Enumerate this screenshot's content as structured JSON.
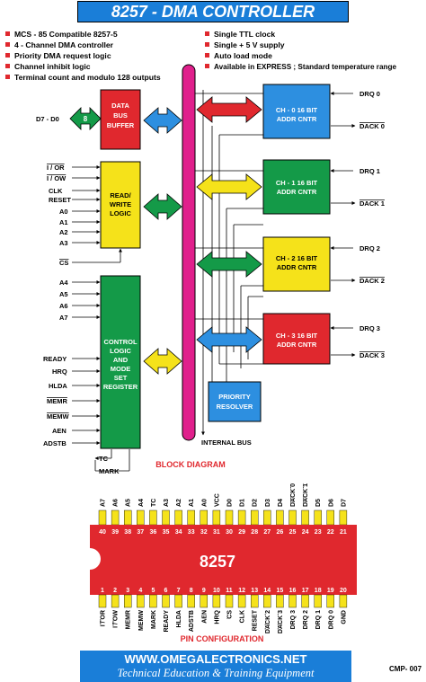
{
  "title": "8257 - DMA CONTROLLER",
  "features_left": [
    "MCS - 85 Compatible 8257-5",
    "4 - Channel DMA controller",
    "Priority DMA request logic",
    "Channel inhibit logic",
    "Terminal count and modulo 128 outputs"
  ],
  "features_right": [
    "Single TTL clock",
    "Single + 5 V supply",
    "Auto load mode",
    "Available in EXPRESS ; Standard temperature range"
  ],
  "block_diagram": {
    "data_bus_label": "D7 - D0",
    "data_bus_width": "8",
    "data_bus_buffer": [
      "DATA",
      "BUS",
      "BUFFER"
    ],
    "read_write_logic": [
      "READ/",
      "WRITE",
      "LOGIC"
    ],
    "rw_inputs": [
      "I / OR",
      "I / OW",
      "CLK",
      "RESET",
      "A0",
      "A1",
      "A2",
      "A3"
    ],
    "cs": "CS",
    "control_inputs": [
      "A4",
      "A5",
      "A6",
      "A7",
      "READY",
      "HRQ",
      "HLDA",
      "MEMR",
      "MEMW",
      "AEN",
      "ADSTB"
    ],
    "control_logic": [
      "CONTROL",
      "LOGIC",
      "AND",
      "MODE",
      "SET",
      "REGISTER"
    ],
    "tc": "TC",
    "mark": "MARK",
    "channels": [
      {
        "name": [
          "CH - 0 16 BIT",
          "ADDR CNTR"
        ],
        "drq": "DRQ 0",
        "dack": "DACK 0"
      },
      {
        "name": [
          "CH - 1 16 BIT",
          "ADDR CNTR"
        ],
        "drq": "DRQ 1",
        "dack": "DACK 1"
      },
      {
        "name": [
          "CH - 2 16 BIT",
          "ADDR CNTR"
        ],
        "drq": "DRQ 2",
        "dack": "DACK 2"
      },
      {
        "name": [
          "CH - 3 16 BIT",
          "ADDR CNTR"
        ],
        "drq": "DRQ 3",
        "dack": "DACK 3"
      }
    ],
    "priority_resolver": [
      "PRIORITY",
      "RESOLVER"
    ],
    "internal_bus": "INTERNAL BUS",
    "caption": "BLOCK DIAGRAM"
  },
  "pin_configuration": {
    "chip_label": "8257",
    "top_pins": [
      {
        "num": "40",
        "name": "A7"
      },
      {
        "num": "39",
        "name": "A6"
      },
      {
        "num": "38",
        "name": "A5"
      },
      {
        "num": "37",
        "name": "A4"
      },
      {
        "num": "36",
        "name": "TC"
      },
      {
        "num": "35",
        "name": "A3"
      },
      {
        "num": "34",
        "name": "A2"
      },
      {
        "num": "33",
        "name": "A1"
      },
      {
        "num": "32",
        "name": "A0"
      },
      {
        "num": "31",
        "name": "VCC"
      },
      {
        "num": "30",
        "name": "D0"
      },
      {
        "num": "29",
        "name": "D1"
      },
      {
        "num": "28",
        "name": "D2"
      },
      {
        "num": "27",
        "name": "D3"
      },
      {
        "num": "26",
        "name": "D4"
      },
      {
        "num": "25",
        "name": "DACK 0"
      },
      {
        "num": "24",
        "name": "DACK 1"
      },
      {
        "num": "23",
        "name": "D5"
      },
      {
        "num": "22",
        "name": "D6"
      },
      {
        "num": "21",
        "name": "D7"
      }
    ],
    "bottom_pins": [
      {
        "num": "1",
        "name": "I / OR"
      },
      {
        "num": "2",
        "name": "I / OW"
      },
      {
        "num": "3",
        "name": "MEMR"
      },
      {
        "num": "4",
        "name": "MEMW"
      },
      {
        "num": "5",
        "name": "MARK"
      },
      {
        "num": "6",
        "name": "READY"
      },
      {
        "num": "7",
        "name": "HLDA"
      },
      {
        "num": "8",
        "name": "ADSTB"
      },
      {
        "num": "9",
        "name": "AEN"
      },
      {
        "num": "10",
        "name": "HRQ"
      },
      {
        "num": "11",
        "name": "CS"
      },
      {
        "num": "12",
        "name": "CLK"
      },
      {
        "num": "13",
        "name": "RESET"
      },
      {
        "num": "14",
        "name": "DACK 2"
      },
      {
        "num": "15",
        "name": "DACK 3"
      },
      {
        "num": "16",
        "name": "DRQ 3"
      },
      {
        "num": "17",
        "name": "DRQ 2"
      },
      {
        "num": "18",
        "name": "DRQ 1"
      },
      {
        "num": "19",
        "name": "DRQ 0"
      },
      {
        "num": "20",
        "name": "GND"
      }
    ],
    "caption": "PIN CONFIGURATION"
  },
  "footer": {
    "url": "WWW.OMEGALECTRONICS.NET",
    "tagline": "Technical Education & Training Equipment",
    "code": "CMP- 007"
  },
  "colors": {
    "title_bg": "#1a7ed8",
    "red": "#e0282e",
    "yellow": "#f5e21a",
    "green": "#149a48",
    "blue": "#2d8fe0",
    "magenta": "#e0208c"
  }
}
